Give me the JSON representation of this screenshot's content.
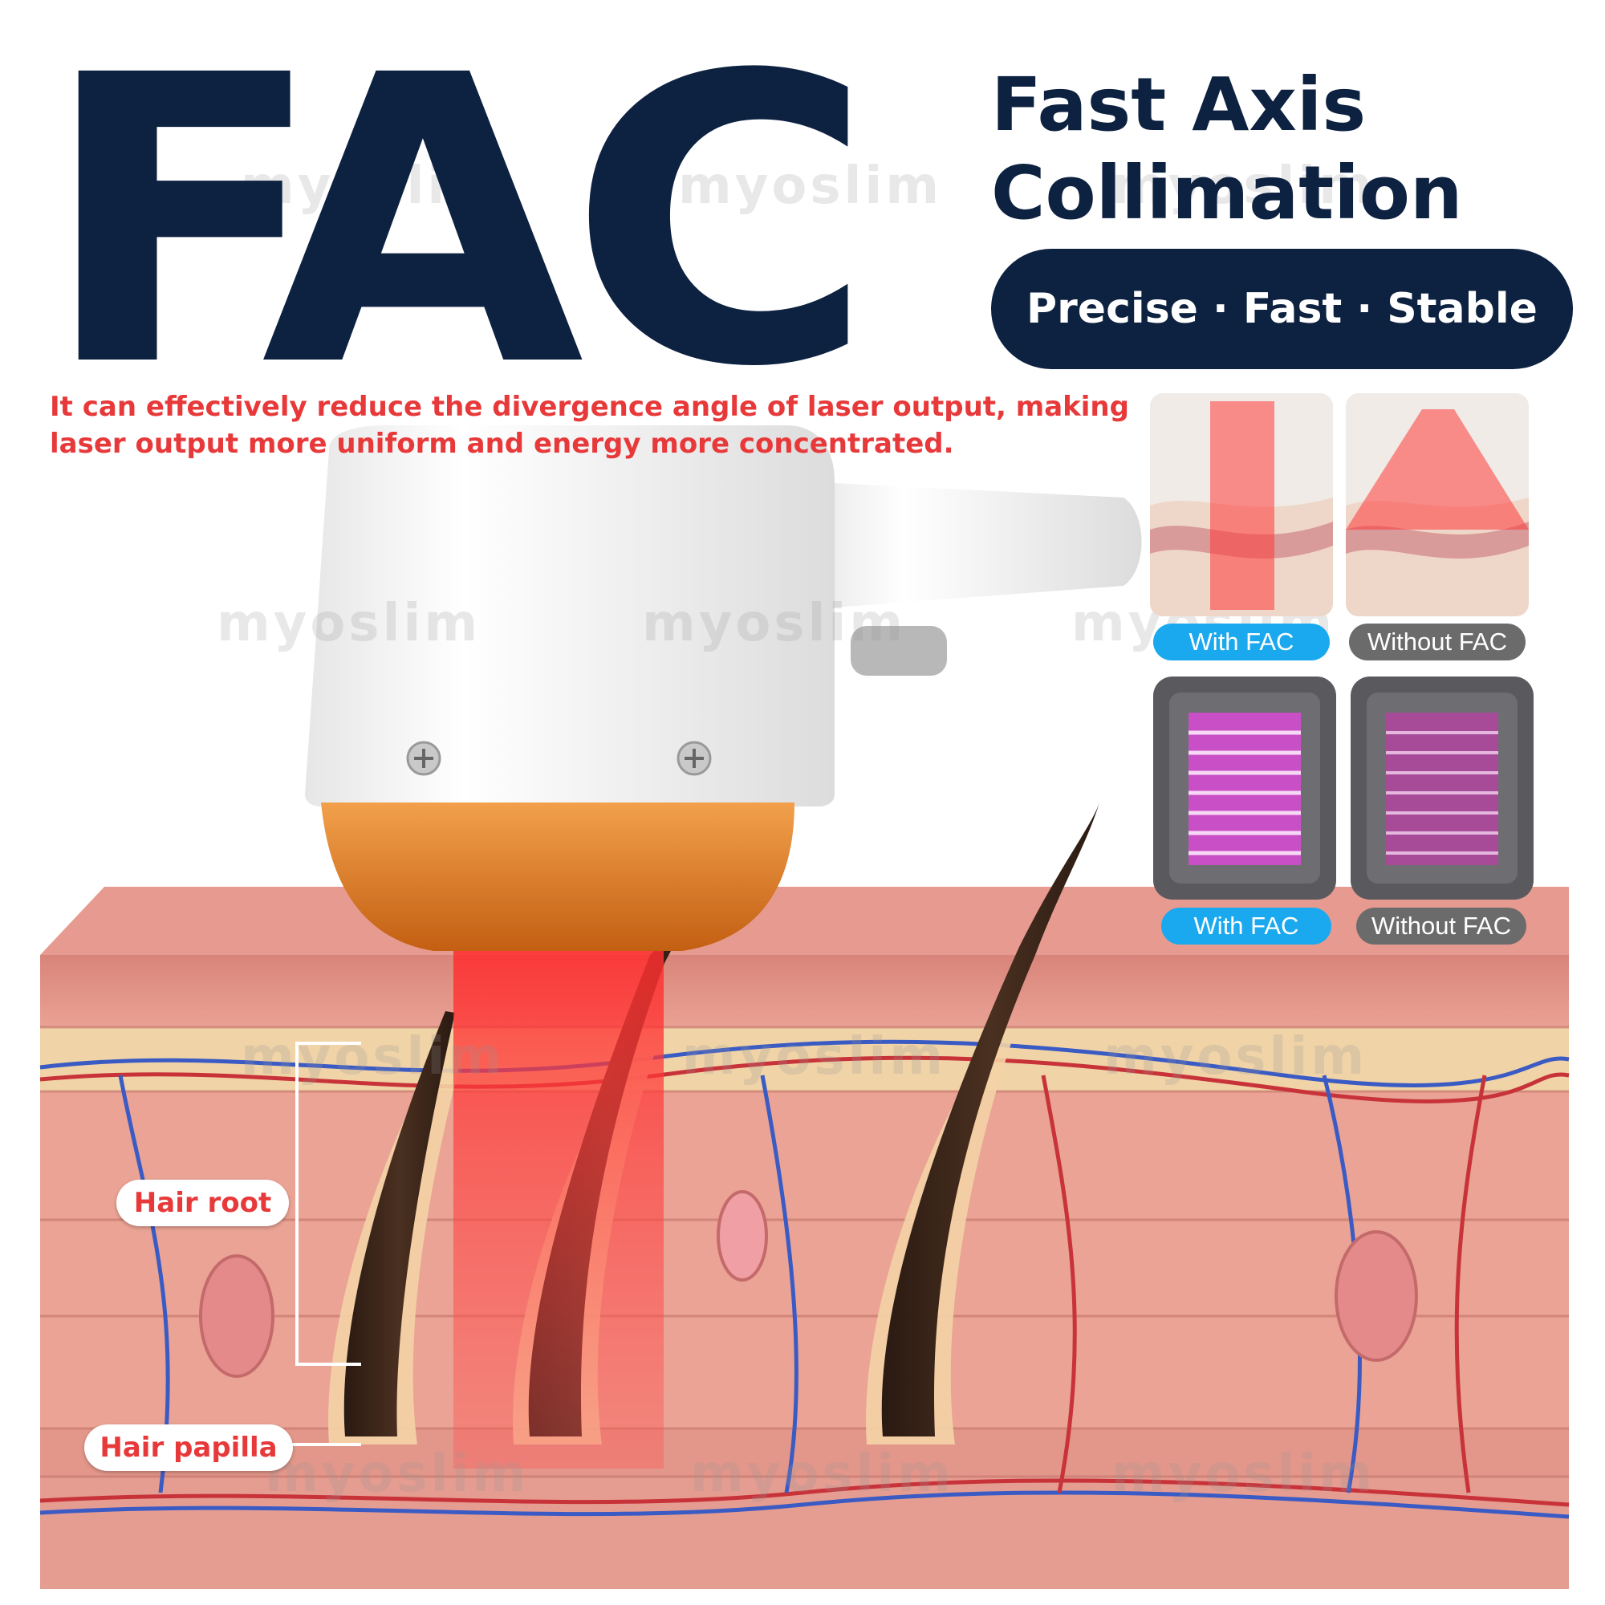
{
  "colors": {
    "navy": "#0d2140",
    "red": "#e8393a",
    "with_tag": "#1aa9ee",
    "without_tag": "#6b6b6b",
    "skin": "#e9a294"
  },
  "headline": {
    "acronym": "FAC",
    "subtitle_line1": "Fast Axis",
    "subtitle_line2": "Collimation",
    "tagline": "Precise · Fast · Stable"
  },
  "description": {
    "line1": "It can effectively reduce the divergence angle of laser output, making",
    "line2": "laser output more uniform and energy more concentrated."
  },
  "comparison": {
    "beam_with": "With FAC",
    "beam_without": "Without FAC",
    "chip_with": "With FAC",
    "chip_without": "Without FAC"
  },
  "anatomy": {
    "hair_root": "Hair root",
    "hair_papilla": "Hair papilla"
  },
  "watermark": "myoslim",
  "icons": [
    "screw-icon",
    "laser-chip-icon"
  ]
}
